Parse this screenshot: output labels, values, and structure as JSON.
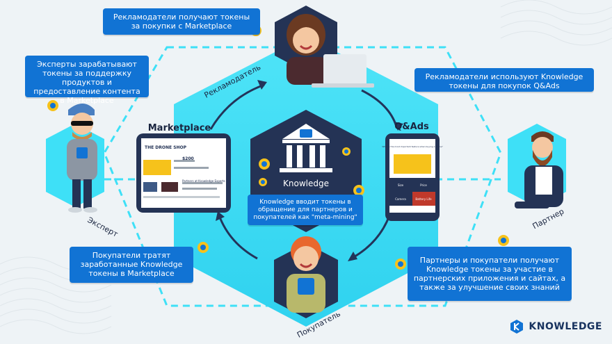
{
  "callouts": {
    "advertisers_get": "Рекламодатели получают токены за покупки с Marketplace",
    "experts_earn": "Эксперты зарабатывают токены за поддержку продуктов и предоставление контента в Marketplace",
    "advertisers_use": "Рекламодатели используют Knowledge токены для покупок Q&Ads",
    "knowledge_introduces": "Knowledge вводит токены в обращение для партнеров и покупателей как \"meta-mining\"",
    "buyers_spend": "Покупатели тратят заработанные Knowledge токены в Marketplace",
    "partners_buyers_receive": "Партнеры и покупатели получают Knowledge токены за участие в партнерских приложения и сайтах, а также за улучшение своих знаний"
  },
  "roles": {
    "advertiser": "Рекламодатель",
    "expert": "Эксперт",
    "partner": "Партнер",
    "buyer": "Покупатель"
  },
  "sections": {
    "marketplace": "Marketplace",
    "qads": "Q&Ads",
    "knowledge": "Knowledge"
  },
  "marketplace_screen": {
    "shop_title": "THE DRONE SHOP",
    "price": "$200",
    "bottom_heading": "Partners at Knowledge Experts"
  },
  "qads_screen": {
    "question": "What is the most important feature when buying a drone?",
    "options": [
      "Size",
      "Price",
      "Camera",
      "Battery Life"
    ]
  },
  "brand": {
    "name": "KNOWLEDGE"
  },
  "colors": {
    "callout_blue": "#1173d4",
    "hex_cyan": "#3ee0f7",
    "hex_dark": "#243355",
    "token_gold": "#f6c21b"
  }
}
